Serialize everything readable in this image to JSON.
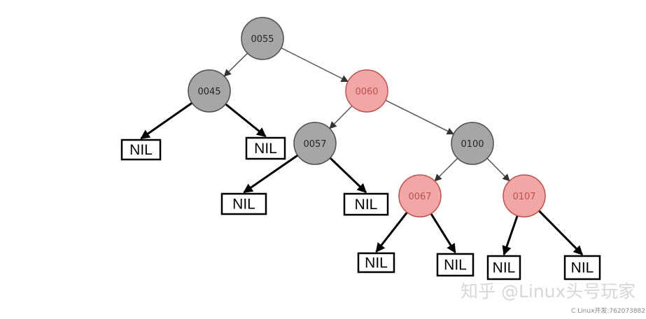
{
  "tree": {
    "nodes": [
      {
        "id": "n0055",
        "key": "0055",
        "color": "black"
      },
      {
        "id": "n0045",
        "key": "0045",
        "color": "black"
      },
      {
        "id": "n0060",
        "key": "0060",
        "color": "red"
      },
      {
        "id": "n0057",
        "key": "0057",
        "color": "black"
      },
      {
        "id": "n0100",
        "key": "0100",
        "color": "black"
      },
      {
        "id": "n0067",
        "key": "0067",
        "color": "red"
      },
      {
        "id": "n0107",
        "key": "0107",
        "color": "red"
      }
    ],
    "nil_label": "NIL",
    "edges": [
      {
        "from": "n0055",
        "to": "n0045"
      },
      {
        "from": "n0055",
        "to": "n0060"
      },
      {
        "from": "n0060",
        "to": "n0057"
      },
      {
        "from": "n0060",
        "to": "n0100"
      },
      {
        "from": "n0100",
        "to": "n0067"
      },
      {
        "from": "n0100",
        "to": "n0107"
      },
      {
        "from": "n0045",
        "to": "nil1"
      },
      {
        "from": "n0045",
        "to": "nil2"
      },
      {
        "from": "n0057",
        "to": "nil3"
      },
      {
        "from": "n0057",
        "to": "nil4"
      },
      {
        "from": "n0067",
        "to": "nil5"
      },
      {
        "from": "n0067",
        "to": "nil6"
      },
      {
        "from": "n0107",
        "to": "nil7"
      },
      {
        "from": "n0107",
        "to": "nil8"
      }
    ]
  },
  "colors": {
    "black_fill": "#a6a6a6",
    "black_stroke": "#4d4d4d",
    "black_text": "#262626",
    "red_fill": "#f2a7a7",
    "red_stroke": "#c0504d",
    "red_text": "#c0504d",
    "edge_thin": "#555555",
    "edge_bold": "#000000"
  },
  "watermark": {
    "main": "知乎 @Linux头号玩家",
    "small": "C Linux开发:762073882"
  }
}
